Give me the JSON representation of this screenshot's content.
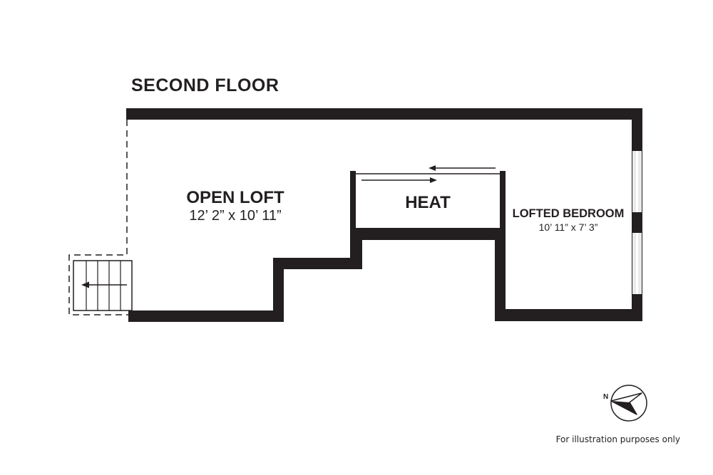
{
  "floor": {
    "title": "SECOND FLOOR"
  },
  "rooms": {
    "open_loft": {
      "name": "OPEN LOFT",
      "dimensions": "12’ 2” x 10’ 11”"
    },
    "heat": {
      "name": "HEAT"
    },
    "lofted_bedroom": {
      "name": "LOFTED BEDROOM",
      "dimensions": "10’ 11” x 7’ 3”"
    }
  },
  "compass": {
    "north_label": "N"
  },
  "disclaimer": "For illustration purposes only",
  "colors": {
    "wall": "#231f20",
    "background": "#ffffff",
    "window": "#d9d9d9"
  }
}
